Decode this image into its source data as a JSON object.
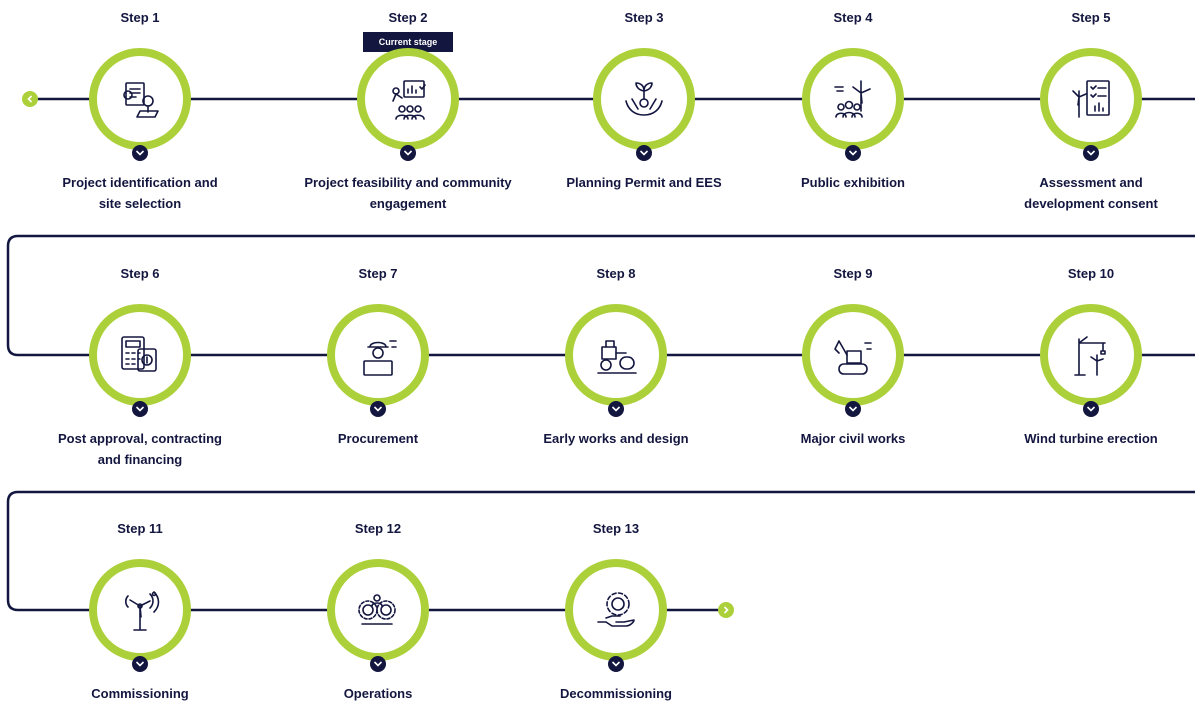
{
  "current_stage_label": "Current stage",
  "colors": {
    "accent": "#acd03a",
    "navy": "#13163f",
    "background": "#ffffff"
  },
  "nav": {
    "prev_icon": "chevron-left-icon",
    "next_icon": "chevron-right-icon"
  },
  "steps": [
    {
      "step": "Step 1",
      "caption": "Project identification and site selection",
      "icon": "site-selection-map-icon",
      "current": false
    },
    {
      "step": "Step 2",
      "caption": "Project feasibility and community engagement",
      "icon": "community-presentation-icon",
      "current": true
    },
    {
      "step": "Step 3",
      "caption": "Planning Permit and EES",
      "icon": "hands-plant-icon",
      "current": false
    },
    {
      "step": "Step 4",
      "caption": "Public exhibition",
      "icon": "people-wind-turbine-icon",
      "current": false
    },
    {
      "step": "Step 5",
      "caption": "Assessment and development consent",
      "icon": "turbine-checklist-icon",
      "current": false
    },
    {
      "step": "Step 6",
      "caption": "Post approval, contracting and financing",
      "icon": "calculator-money-icon",
      "current": false
    },
    {
      "step": "Step 7",
      "caption": "Procurement",
      "icon": "engineer-blueprint-icon",
      "current": false
    },
    {
      "step": "Step 8",
      "caption": "Early works and design",
      "icon": "road-roller-icon",
      "current": false
    },
    {
      "step": "Step 9",
      "caption": "Major civil works",
      "icon": "excavator-icon",
      "current": false
    },
    {
      "step": "Step 10",
      "caption": "Wind turbine erection",
      "icon": "crane-turbine-icon",
      "current": false
    },
    {
      "step": "Step 11",
      "caption": "Commissioning",
      "icon": "wind-turbine-signal-icon",
      "current": false
    },
    {
      "step": "Step 12",
      "caption": "Operations",
      "icon": "gears-people-icon",
      "current": false
    },
    {
      "step": "Step 13",
      "caption": "Decommissioning",
      "icon": "hand-gear-icon",
      "current": false
    }
  ]
}
